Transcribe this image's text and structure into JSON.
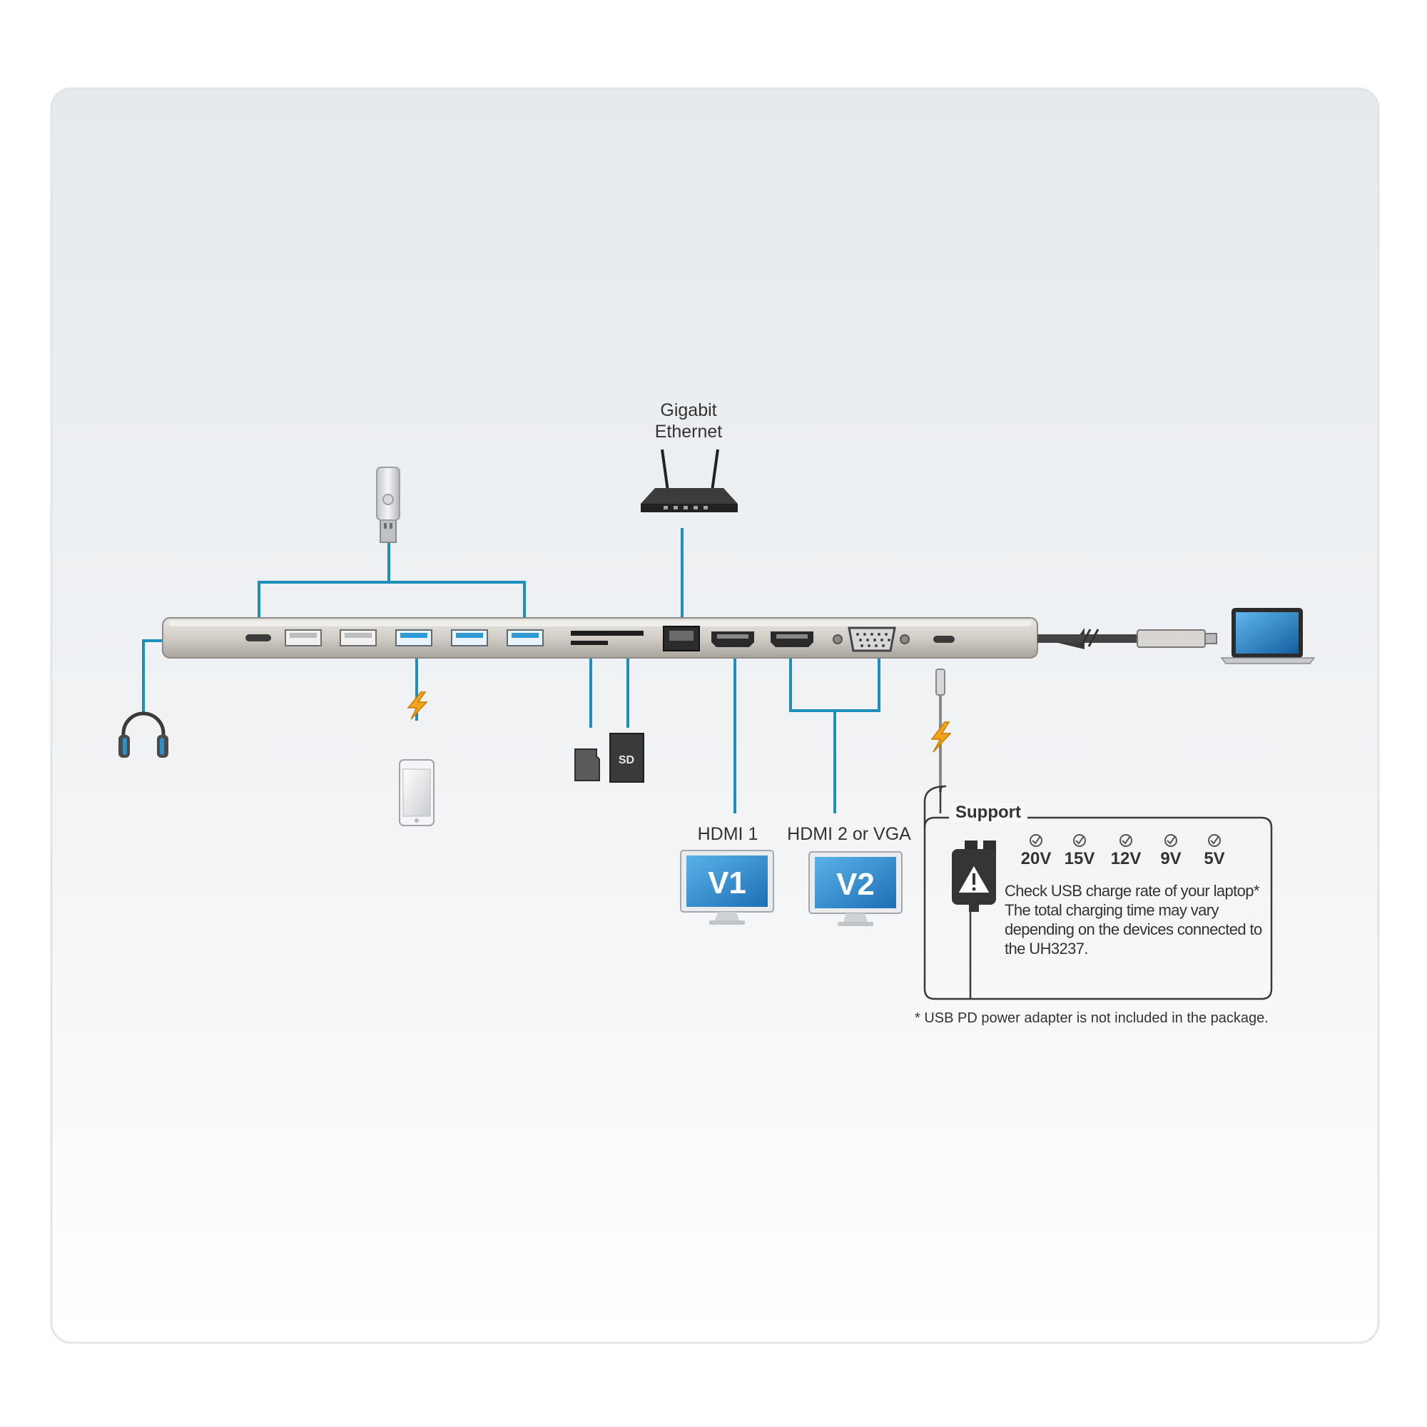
{
  "labels": {
    "gigabit_line1": "Gigabit",
    "gigabit_line2": "Ethernet",
    "hdmi1": "HDMI 1",
    "hdmi2_vga": "HDMI 2 or VGA",
    "monitor1": "V1",
    "monitor2": "V2",
    "sd_card": "SD"
  },
  "support": {
    "title": "Support",
    "voltages": [
      "20V",
      "15V",
      "12V",
      "9V",
      "5V"
    ],
    "note_line1": "Check USB charge rate of your laptop*",
    "note_line2": "The total charging time may vary depending on the devices connected to the UH3237."
  },
  "footnote": "* USB PD power adapter is not included in the package.",
  "colors": {
    "connector_line": "#1e8fb8",
    "charge_bolt": "#f2a21b",
    "monitor_blue": "#1f7fc4",
    "dock_body": "#cfcac3",
    "background": "#f3f5f7"
  },
  "icons": [
    "usb-flash-drive-icon",
    "router-icon",
    "headphones-icon",
    "smartphone-icon",
    "microsd-card-icon",
    "sd-card-icon",
    "monitor-icon",
    "laptop-icon",
    "power-adapter-icon",
    "lightning-icon",
    "check-icon",
    "warning-icon"
  ]
}
